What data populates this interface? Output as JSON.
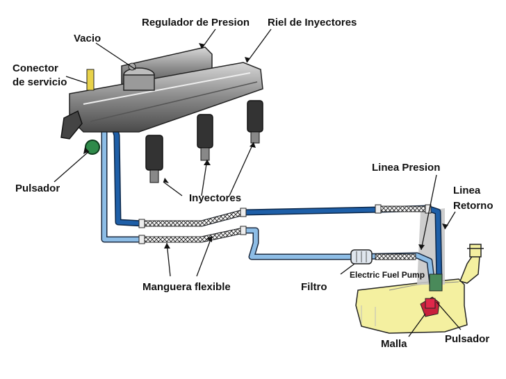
{
  "labels": {
    "regulador": "Regulador de Presion",
    "riel": "Riel de Inyectores",
    "vacio": "Vacio",
    "conector_line1": "Conector",
    "conector_line2": "de servicio",
    "pulsador_left": "Pulsador",
    "inyectores": "Inyectores",
    "linea_presion": "Linea Presion",
    "linea_retorno_line1": "Linea",
    "linea_retorno_line2": "Retorno",
    "manguera": "Manguera flexible",
    "filtro": "Filtro",
    "pump": "Electric Fuel Pump",
    "malla": "Malla",
    "pulsador_right": "Pulsador"
  },
  "colors": {
    "pressure_line": "#1e5fa8",
    "return_line": "#8dbde6",
    "pulsador": "#2f8a4a",
    "tank": "#f4f0a0",
    "pump": "#c8203c",
    "connector": "#e8d24a",
    "rail": "#9a9a9a"
  }
}
